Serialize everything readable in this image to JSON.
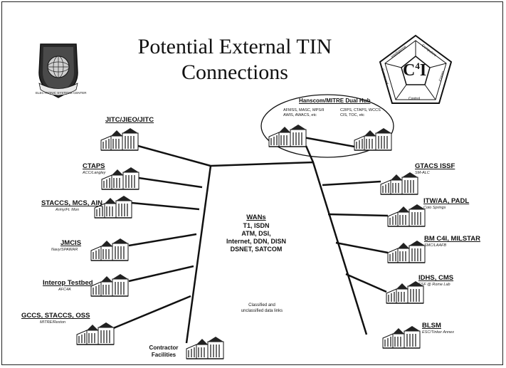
{
  "title": {
    "line1": "Potential External TIN",
    "line2": "Connections"
  },
  "logo_left": {
    "text": "ELECTRONIC SYSTEMS CENTER"
  },
  "logo_right": {
    "center": "C",
    "superscript": "4",
    "suffix": "I",
    "words": [
      "Intelligence",
      "Computers",
      "Comm",
      "Control",
      "Command"
    ]
  },
  "hub": {
    "title": "Hanscom/MITRE Dual Hub",
    "left_text_1": "AFMSS, MASC, MPS/II",
    "left_text_2": "AWIS, AWACS, etc",
    "right_text_1": "C2IPS, CTAPS, WCCS",
    "right_text_2": "CIS, TOC, etc"
  },
  "left_nodes": [
    {
      "label": "JITC/JIEO/JITC",
      "sub": ""
    },
    {
      "label": "CTAPS",
      "sub": "ACC/Langley"
    },
    {
      "label": "STACCS, MCS, AIN",
      "sub": "Army/Ft. Mon"
    },
    {
      "label": "JMCIS",
      "sub": "Navy/SPAWAR"
    },
    {
      "label": "Interop Testbed",
      "sub": "AFC4A"
    },
    {
      "label": "GCCS, STACCS, OSS",
      "sub": "MITRE/Reston"
    }
  ],
  "right_nodes": [
    {
      "label": "GTACS ISSF",
      "sub": "SM-ALC"
    },
    {
      "label": "ITW/AA, PADL",
      "sub": "Colo Springs"
    },
    {
      "label": "BM C4I, MILSTAR",
      "sub": "SMC/LAAFB"
    },
    {
      "label": "IDHS, CMS",
      "sub": "ESF @ Rome Lab"
    },
    {
      "label": "BLSM",
      "sub": "ESC/Tinker Annex"
    }
  ],
  "wan": {
    "title": "WANs",
    "lines": [
      "T1, ISDN",
      "ATM, DSI,",
      "Internet, DDN, DISN",
      "DSNET, SATCOM"
    ]
  },
  "classified": {
    "line1": "Classified and",
    "line2": "unclassified data links"
  },
  "contractor": {
    "line1": "Contractor",
    "line2": "Facilities"
  }
}
